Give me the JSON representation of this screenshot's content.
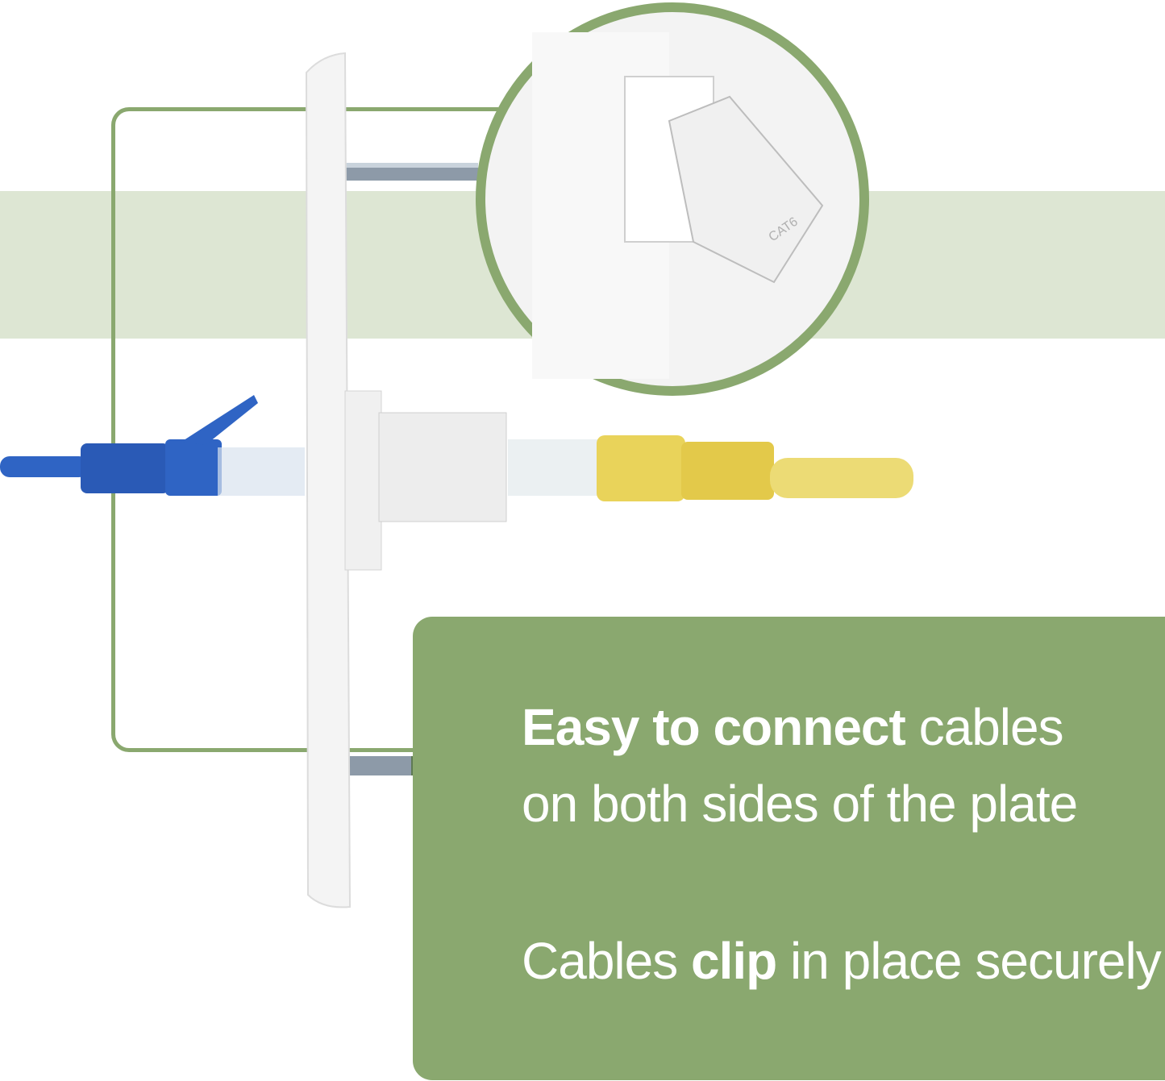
{
  "product_label": "CAT6",
  "headline": {
    "line1_bold": "Easy to connect",
    "line1_rest": " cables",
    "line2": "on both sides of the plate"
  },
  "secondary": {
    "before": "Cables ",
    "bold": "clip",
    "after": " in place securely"
  },
  "colors": {
    "accent_green": "#8aa86f",
    "band_green": "#dde6d3",
    "blue_cable": "#2f64c4",
    "yellow_cable": "#e9d35a"
  }
}
